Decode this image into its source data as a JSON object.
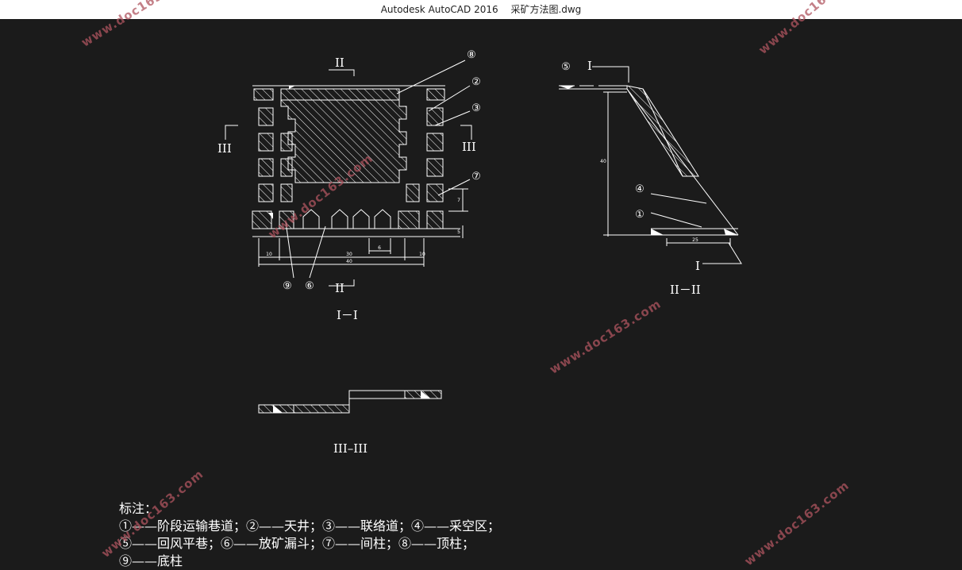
{
  "window": {
    "app_title": "Autodesk AutoCAD 2016",
    "file_name": "采矿方法图.dwg"
  },
  "drawing": {
    "section_labels": {
      "I_I": "I－I",
      "II_II": "II－II",
      "III_III": "III–III"
    },
    "cut_markers": {
      "I": "I",
      "II": "II",
      "III": "III"
    },
    "callouts": [
      "①",
      "②",
      "③",
      "④",
      "⑤",
      "⑥",
      "⑦",
      "⑧",
      "⑨"
    ],
    "dimensions": {
      "d1": "10",
      "d2": "30",
      "d3": "6",
      "d4": "40",
      "d5": "10",
      "d6": "7",
      "d7": "5",
      "d8": "40",
      "d9": "25"
    }
  },
  "legend": {
    "title": "标注：",
    "line1": "①——阶段运输巷道；②——天井；③——联络道；④——采空区；",
    "line2": "⑤——回风平巷；⑥——放矿漏斗；⑦——间柱；⑧——顶柱；",
    "line3": "⑨——底柱"
  },
  "watermark": {
    "text": "www.doc163.com"
  },
  "colors": {
    "background": "#1b1b1b",
    "titlebar": "#ffffff",
    "lines": "#ffffff",
    "watermark": "#b05560"
  }
}
